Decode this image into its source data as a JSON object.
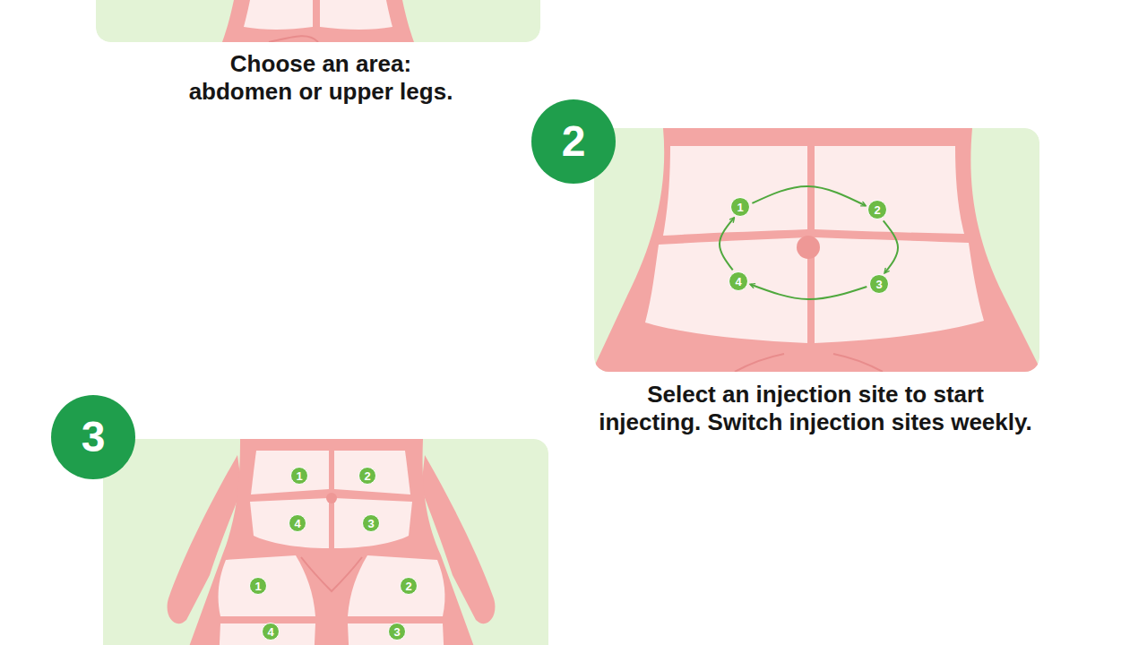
{
  "diagram": {
    "nodes": [
      {
        "text": [
          "2"
        ]
      },
      {
        "text": [
          "1"
        ]
      },
      {
        "text": [
          "2"
        ]
      },
      {
        "text": [
          "4"
        ]
      },
      {
        "text": [
          "3"
        ]
      },
      {
        "text": [
          "3"
        ]
      },
      {
        "text": [
          "1"
        ]
      },
      {
        "text": [
          "2"
        ]
      },
      {
        "text": [
          "4"
        ]
      },
      {
        "text": [
          "3"
        ]
      },
      {
        "text": [
          "1"
        ]
      },
      {
        "text": [
          "2"
        ]
      },
      {
        "text": [
          "4"
        ]
      },
      {
        "text": [
          "3"
        ]
      }
    ],
    "edges": [
      {
        "from": 1,
        "to": 2,
        "arrow": "to"
      },
      {
        "from": 2,
        "to": 4,
        "arrow": "to"
      },
      {
        "from": 4,
        "to": 3,
        "arrow": "to"
      },
      {
        "from": 3,
        "to": 1,
        "arrow": "to"
      }
    ],
    "labels": [
      "Choose an area: abdomen or upper legs.",
      "Select an injection site to start injecting. Switch injection sites weekly."
    ]
  }
}
